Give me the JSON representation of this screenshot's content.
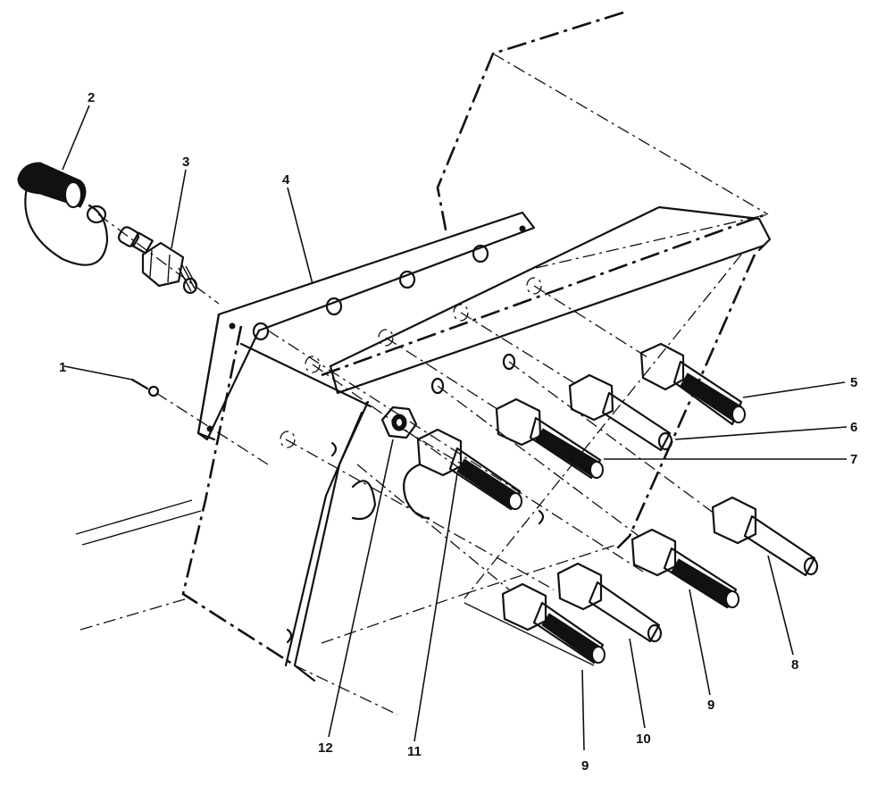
{
  "callouts": [
    "1",
    "2",
    "3",
    "4",
    "5",
    "6",
    "7",
    "8",
    "9",
    "9",
    "10",
    "11",
    "12"
  ],
  "colors": {
    "ink": "#111111",
    "paper": "#ffffff"
  }
}
